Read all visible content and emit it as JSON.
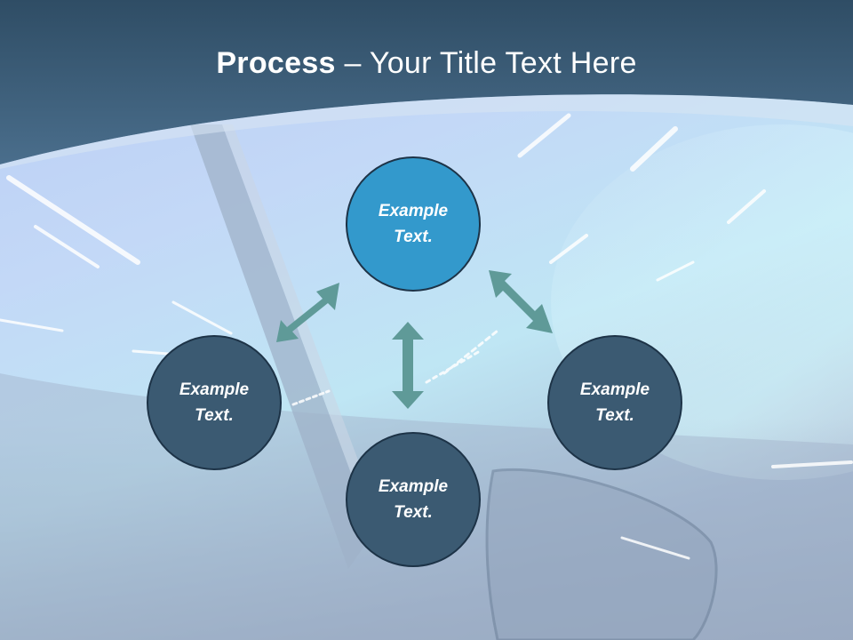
{
  "slide": {
    "title_bold": "Process",
    "title_rest": " – Your Title Text Here",
    "nodes": {
      "top": "Example Text.",
      "left": "Example Text.",
      "right": "Example Text.",
      "bottom": "Example Text."
    }
  },
  "colors": {
    "header": "#41627e",
    "node_dark": "#3b5a72",
    "node_accent": "#3399cc",
    "node_border": "#1d3347",
    "arrow": "#5f9a98"
  }
}
